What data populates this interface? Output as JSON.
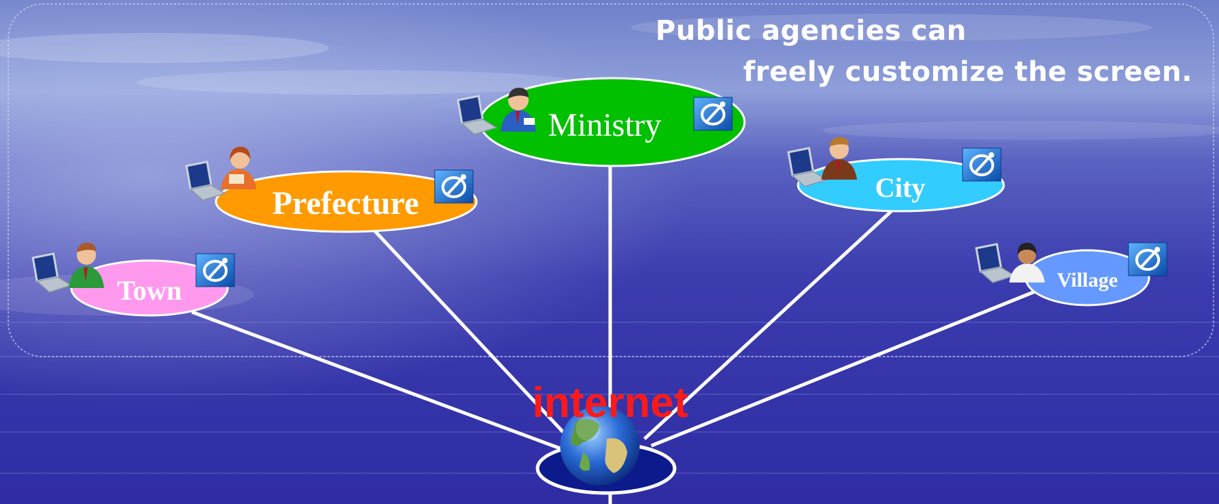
{
  "caption": {
    "line1": "Public agencies can",
    "line2": "freely customize the screen."
  },
  "hub": {
    "label": "internet",
    "color": "#ff1a1a",
    "icon": "globe-icon"
  },
  "nodes": [
    {
      "key": "ministry",
      "label": "Ministry",
      "color": "#00c000",
      "person_icon": "officer-blue-shirt-icon"
    },
    {
      "key": "prefecture",
      "label": "Prefecture",
      "color": "#ff9a00",
      "person_icon": "officer-orange-icon"
    },
    {
      "key": "city",
      "label": "City",
      "color": "#33ccff",
      "person_icon": "officer-brown-suit-icon"
    },
    {
      "key": "town",
      "label": "Town",
      "color": "#ff99ee",
      "person_icon": "officer-green-suit-icon"
    },
    {
      "key": "village",
      "label": "Village",
      "color": "#6699ff",
      "person_icon": "officer-white-dress-icon"
    }
  ],
  "node_icons": [
    "laptop-icon",
    "browser-badge-icon"
  ],
  "colors": {
    "background": "#3a3aa8",
    "link": "#ffffff",
    "hub_disc": "#0c1a8c"
  }
}
